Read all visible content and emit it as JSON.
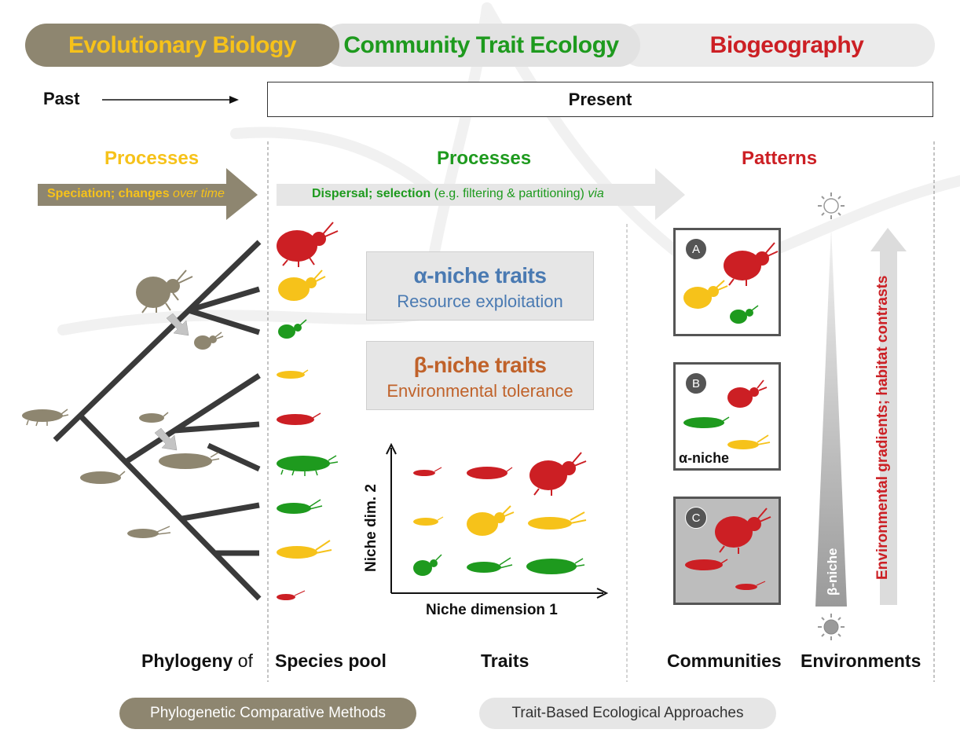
{
  "header": {
    "evolutionary_biology": "Evolutionary Biology",
    "community_trait_ecology": "Community Trait Ecology",
    "biogeography": "Biogeography"
  },
  "timeline": {
    "past": "Past",
    "present": "Present"
  },
  "sections": {
    "processes_left": "Processes",
    "processes_middle": "Processes",
    "patterns": "Patterns"
  },
  "arrows": {
    "speciation_bold": "Speciation; changes",
    "speciation_italic": "over time",
    "dispersal_bold": "Dispersal; selection",
    "dispersal_normal": "(e.g. filtering & partitioning)",
    "dispersal_italic": "via"
  },
  "niche_boxes": {
    "alpha_title": "α-niche traits",
    "alpha_sub": "Resource exploitation",
    "beta_title": "β-niche traits",
    "beta_sub": "Environmental tolerance"
  },
  "plot": {
    "xlabel": "Niche dimension 1",
    "ylabel": "Niche dim.  2"
  },
  "communities": {
    "a": "A",
    "b": "B",
    "c": "C",
    "alpha_niche": "α-niche"
  },
  "environment": {
    "gradient_label": "Environmental gradients; habitat contrasts",
    "beta_niche": "β-niche"
  },
  "bottom_labels": {
    "phylogeny": "Phylogeny",
    "of": "of",
    "species_pool": "Species pool",
    "traits": "Traits",
    "communities": "Communities",
    "environments": "Environments"
  },
  "methods": {
    "pcm": "Phylogenetic Comparative Methods",
    "tbea": "Trait-Based Ecological Approaches"
  },
  "colors": {
    "taupe": "#8e8670",
    "yellow": "#f6c21a",
    "green": "#1e9a1e",
    "red": "#cc1f24",
    "blue": "#4a7ab2",
    "orange": "#c0622a"
  }
}
